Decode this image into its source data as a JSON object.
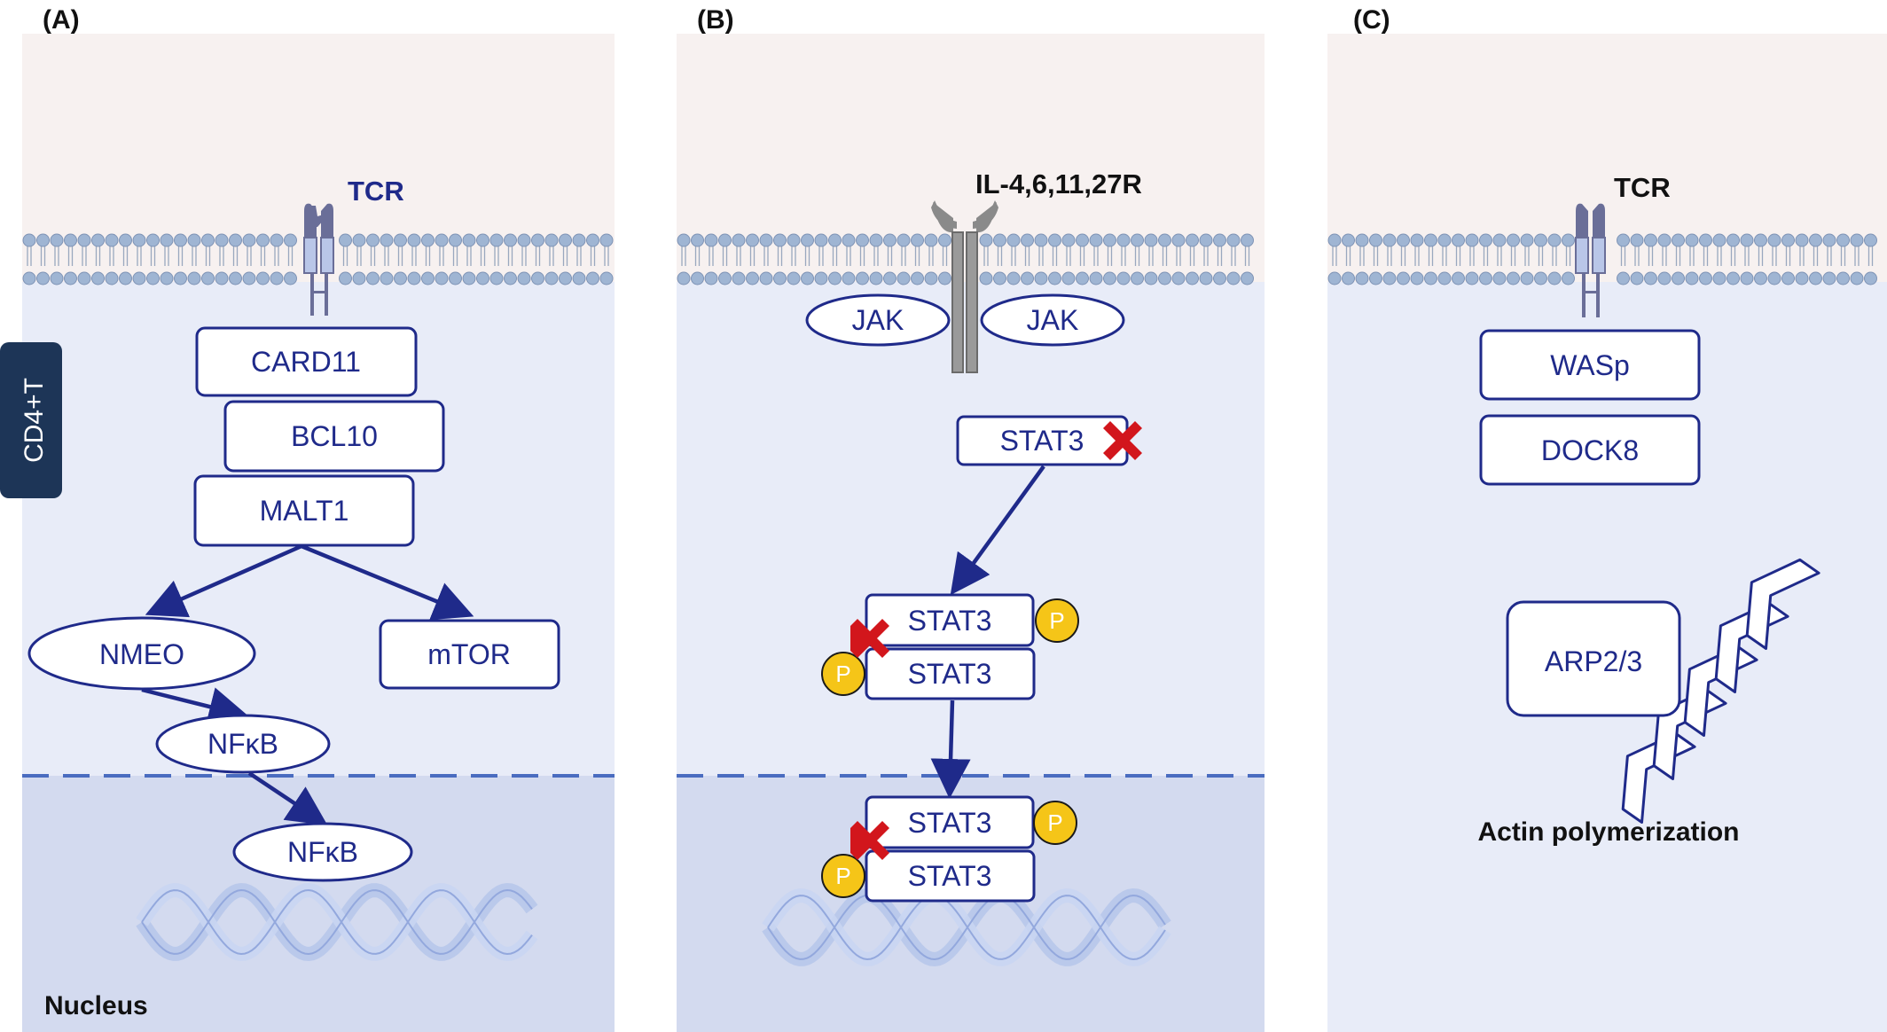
{
  "colors": {
    "extracellular": "#f7f1f0",
    "cytoplasm": "#e8ecf8",
    "nucleus": "#d3daef",
    "membrane_head": "#9fb5d3",
    "protein_border": "#1f2a8a",
    "arrow": "#1f2a8a",
    "phospho": "#f5c518",
    "block_x": "#d2161c",
    "side_tab": "#1d3557",
    "receptor": "#6a6e98",
    "il_receptor": "#8a8a8a"
  },
  "side_tab": {
    "label": "CD4+T"
  },
  "panels": [
    {
      "label": "(A)",
      "receptor": "TCR",
      "proteins": [
        "CARD11",
        "BCL10",
        "MALT1",
        "NMEO",
        "mTOR",
        "NFκB",
        "NFκB"
      ],
      "nucleus_label": "Nucleus"
    },
    {
      "label": "(B)",
      "receptor": "IL-4,6,11,27R",
      "kinases": [
        "JAK",
        "JAK"
      ],
      "proteins": [
        "STAT3",
        "STAT3",
        "STAT3",
        "STAT3",
        "STAT3"
      ],
      "phospho_label": "P"
    },
    {
      "label": "(C)",
      "receptor": "TCR",
      "proteins": [
        "WASp",
        "DOCK8",
        "ARP2/3"
      ],
      "process_label": "Actin polymerization"
    }
  ]
}
